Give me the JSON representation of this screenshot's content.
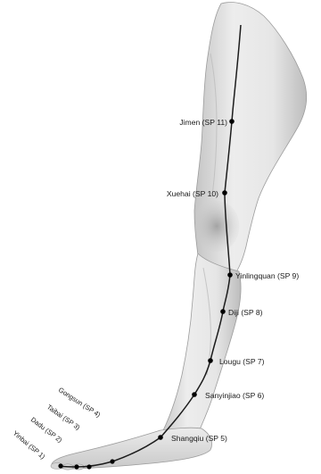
{
  "meridian": {
    "points": [
      {
        "id": "sp11",
        "label": "Jimen (SP 11)"
      },
      {
        "id": "sp10",
        "label": "Xuehai (SP 10)"
      },
      {
        "id": "sp9",
        "label": "Yinlingquan (SP 9)"
      },
      {
        "id": "sp8",
        "label": "Diji (SP 8)"
      },
      {
        "id": "sp7",
        "label": "Lougu (SP 7)"
      },
      {
        "id": "sp6",
        "label": "Sanyinjiao (SP 6)"
      },
      {
        "id": "sp5",
        "label": "Shangqiu (SP 5)"
      },
      {
        "id": "sp4",
        "label": "Gongsun (SP 4)"
      },
      {
        "id": "sp3",
        "label": "Taibai (SP 3)"
      },
      {
        "id": "sp2",
        "label": "Dadu (SP 2)"
      },
      {
        "id": "sp1",
        "label": "Yinbai (SP 1)"
      }
    ]
  },
  "colors": {
    "skin_light": "#f2f2f2",
    "skin_mid": "#d9d9d9",
    "skin_shadow": "#b4b4b4",
    "line": "#1c1c1c",
    "dot": "#000000"
  }
}
